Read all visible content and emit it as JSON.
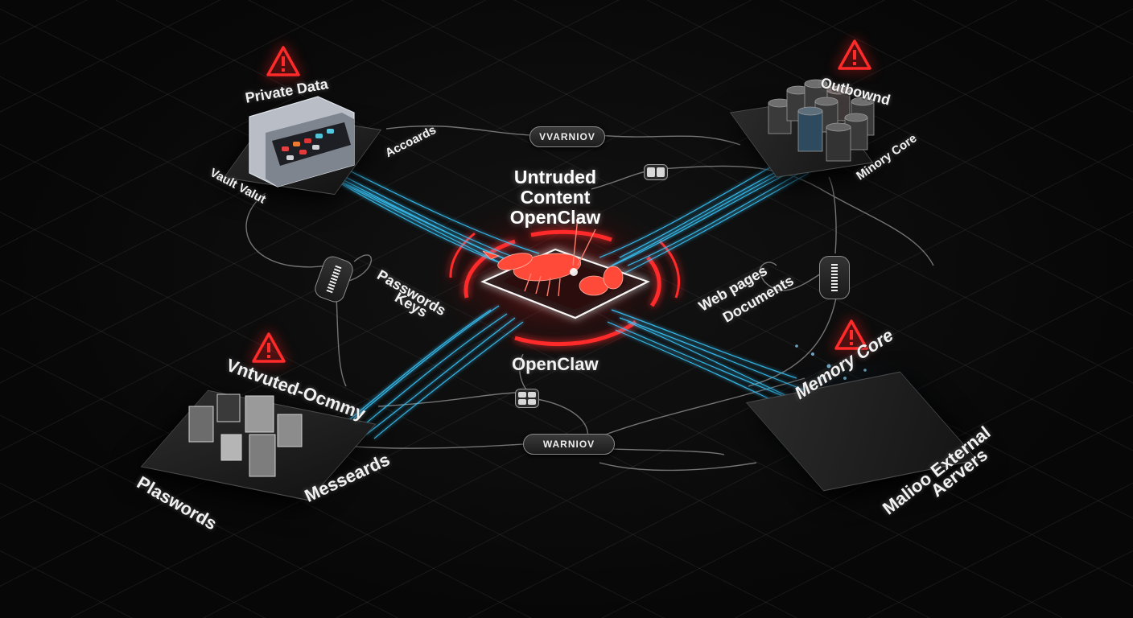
{
  "diagram": {
    "theme": {
      "background": "#070707",
      "accent_red": "#ff2a2a",
      "accent_cyan": "#33c8ff",
      "text": "#f2f2f2"
    },
    "center": {
      "title_lines": [
        "Untruded",
        "Content",
        "OpenClaw"
      ],
      "caption": "OpenClaw",
      "icon": "lobster-icon"
    },
    "nodes": {
      "top_left": {
        "title": "Private Data",
        "warning": true,
        "label_left": "Vault Valut",
        "label_right": "Accoards",
        "icon": "vault-icon"
      },
      "top_right": {
        "title": "Outbownd",
        "warning": true,
        "label": "Minory Core",
        "icon": "database-stack-icon"
      },
      "bottom_left": {
        "title": "Vntvuted-Ocmmy",
        "warning": true,
        "label_left": "Plaswords",
        "label_right": "Messeards",
        "icon": "file-cabinets-icon"
      },
      "bottom_right": {
        "title": "Memory Core",
        "warning": true,
        "label_line1": "Malioo External",
        "label_line2": "Aervers",
        "icon": "concentric-rings-icon"
      }
    },
    "side_labels": {
      "left": {
        "line1": "Passwords",
        "line2": "Keys"
      },
      "right": {
        "line1": "Web pages",
        "line2": "Documents"
      }
    },
    "connectors": {
      "top_pill": "VVARNIOV",
      "bottom_pill": "WARNIOV"
    }
  }
}
